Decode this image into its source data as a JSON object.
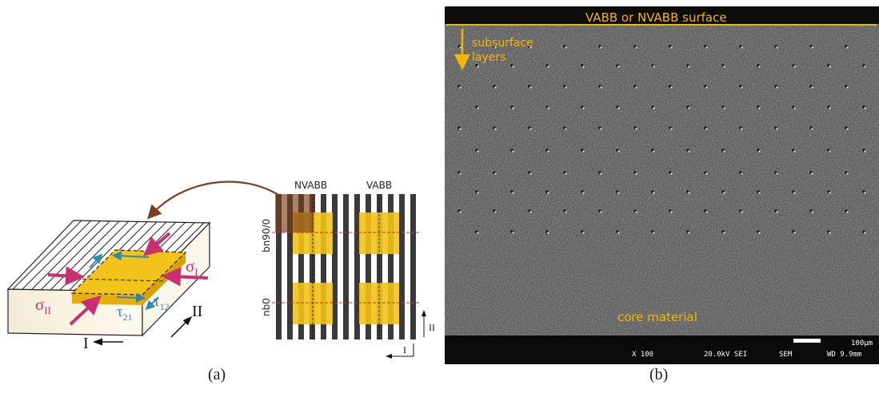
{
  "panel_a": {
    "caption": "(a)",
    "labels": {
      "nvabb": "NVABB",
      "vabb": "VABB",
      "bn90": "bn90/0",
      "nb0": "nb0",
      "dir_I_small": "I",
      "dir_II_small": "II",
      "dir_I_large": "I",
      "dir_II_large": "II",
      "sigma_I_main": "σ",
      "sigma_I_sub": "I",
      "sigma_II_main": "σ",
      "sigma_II_sub": "II",
      "tau12_main": "τ",
      "tau12_sub": "12",
      "tau21_main": "τ",
      "tau21_sub": "21"
    },
    "colors": {
      "yellow": "#f2c318",
      "magenta": "#c8306e",
      "teal": "#2a8ab3",
      "brown": "#7a3e1c",
      "fiber": "#3a3a3a",
      "redline": "#c0392b"
    }
  },
  "panel_b": {
    "caption": "(b)",
    "labels": {
      "surface": "VABB or NVABB surface",
      "subsurface_line1": "subsurface",
      "subsurface_line2": "layers",
      "core": "core material",
      "scale": "100μm",
      "magnification": "X 100",
      "voltage": "20.0kV SEI",
      "mode": "SEM",
      "wd": "WD 9.9mm"
    },
    "colors": {
      "annotation": "#f2b705",
      "background": "#7d7d7d"
    }
  }
}
